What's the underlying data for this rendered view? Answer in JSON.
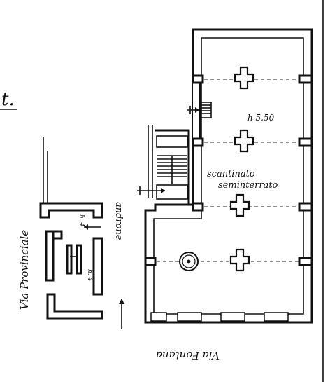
{
  "labels": {
    "title_fragment": "t.",
    "via_provinciale": "Via Provinciale",
    "androne": "androne",
    "room_upper_left": "h. 4",
    "room_lower_left": "h. 4",
    "height_main": "h 5.50",
    "scantinato": "scantinato",
    "seminterrato": "seminterrato",
    "via_fontana": "Via Fontana"
  },
  "colors": {
    "ink": "#111111",
    "paper": "#ffffff"
  },
  "icons": [
    "arrow-left-icon",
    "arrow-up-icon",
    "arrow-right-icon",
    "column-cross-icon",
    "round-column-icon"
  ]
}
